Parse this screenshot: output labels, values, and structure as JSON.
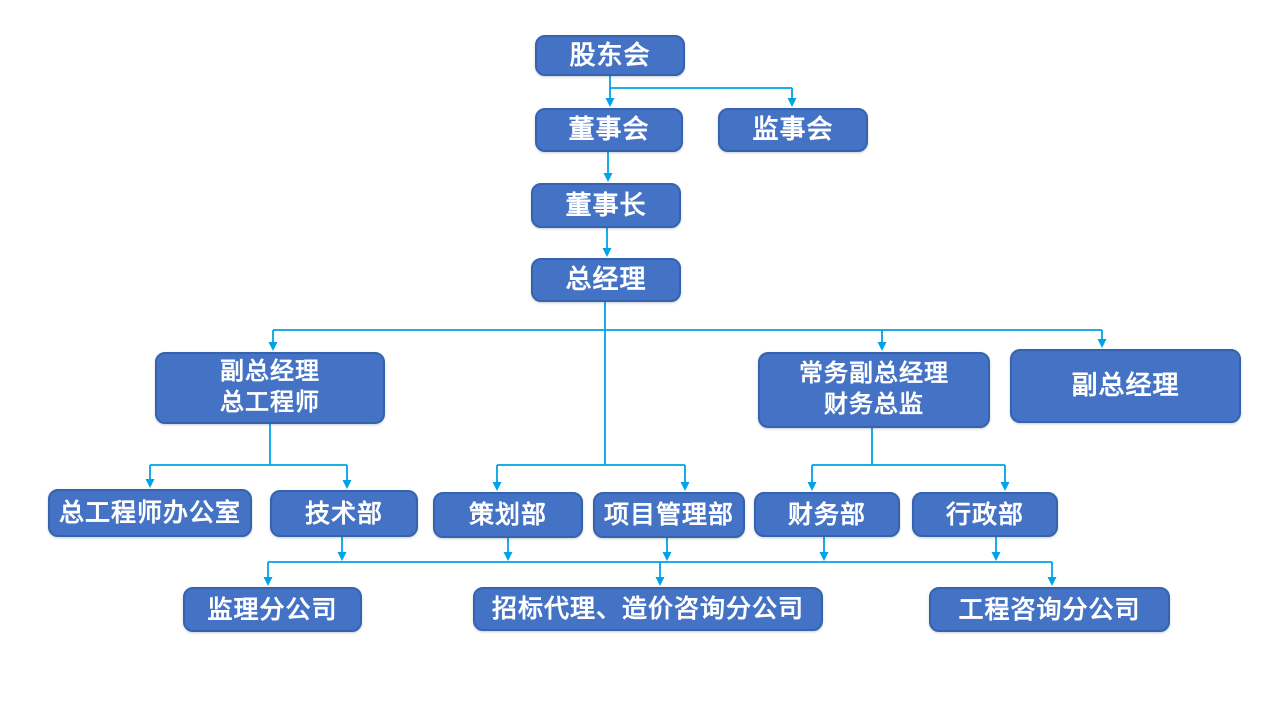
{
  "colors": {
    "node_fill": "#4472C4",
    "node_border": "#3563AE",
    "node_text": "#FFFFFF",
    "connector": "#00A2E8",
    "background": "#FFFFFF"
  },
  "nodes": {
    "shareholders_meeting": {
      "label": "股东会"
    },
    "board_of_directors": {
      "label": "董事会"
    },
    "supervisory_board": {
      "label": "监事会"
    },
    "chairman": {
      "label": "董事长"
    },
    "general_manager": {
      "label": "总经理"
    },
    "deputy_gm_chief_engineer": {
      "label": "副总经理\n总工程师"
    },
    "executive_deputy_gm_cfo": {
      "label": "常务副总经理\n财务总监"
    },
    "deputy_gm": {
      "label": "副总经理"
    },
    "chief_engineer_office": {
      "label": "总工程师办公室"
    },
    "technical_dept": {
      "label": "技术部"
    },
    "planning_dept": {
      "label": "策划部"
    },
    "project_management_dept": {
      "label": "项目管理部"
    },
    "finance_dept": {
      "label": "财务部"
    },
    "administration_dept": {
      "label": "行政部"
    },
    "supervision_branch": {
      "label": "监理分公司"
    },
    "bidding_cost_consulting_branch": {
      "label": "招标代理、造价咨询分公司"
    },
    "engineering_consulting_branch": {
      "label": "工程咨询分公司"
    }
  },
  "hierarchy": {
    "edges": [
      [
        "shareholders_meeting",
        "board_of_directors"
      ],
      [
        "shareholders_meeting",
        "supervisory_board"
      ],
      [
        "board_of_directors",
        "chairman"
      ],
      [
        "chairman",
        "general_manager"
      ],
      [
        "general_manager",
        "deputy_gm_chief_engineer"
      ],
      [
        "general_manager",
        "planning_dept"
      ],
      [
        "general_manager",
        "project_management_dept"
      ],
      [
        "general_manager",
        "executive_deputy_gm_cfo"
      ],
      [
        "general_manager",
        "deputy_gm"
      ],
      [
        "deputy_gm_chief_engineer",
        "chief_engineer_office"
      ],
      [
        "deputy_gm_chief_engineer",
        "technical_dept"
      ],
      [
        "executive_deputy_gm_cfo",
        "finance_dept"
      ],
      [
        "executive_deputy_gm_cfo",
        "administration_dept"
      ]
    ],
    "shared_bus": {
      "from": [
        "technical_dept",
        "planning_dept",
        "project_management_dept",
        "finance_dept",
        "administration_dept"
      ],
      "to": [
        "supervision_branch",
        "bidding_cost_consulting_branch",
        "engineering_consulting_branch"
      ]
    }
  }
}
